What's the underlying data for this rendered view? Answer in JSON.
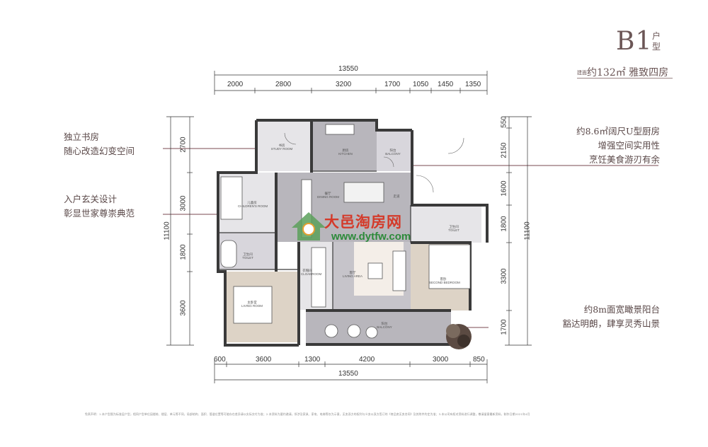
{
  "title": {
    "code": "B1",
    "suffix": "户型",
    "subtitle_prefix": "建面",
    "subtitle": "约132㎡ 雅致四房"
  },
  "callouts": {
    "study": [
      "独立书房",
      "随心改造幻变空间"
    ],
    "entry": [
      "入户玄关设计",
      "彰显世家尊崇典范"
    ],
    "kitchen": [
      "约8.6㎡阔尺U型厨房",
      "增强空间实用性",
      "烹饪美食游刃有余"
    ],
    "balcony": [
      "约8m面宽瞰景阳台",
      "豁达明朗，肆享灵秀山景"
    ]
  },
  "dimensions": {
    "top_total": "13550",
    "top_segments": [
      "2000",
      "2800",
      "3200",
      "1700",
      "1050",
      "1450",
      "1350"
    ],
    "bottom_total": "13550",
    "bottom_segments": [
      "600",
      "3600",
      "1300",
      "4200",
      "3000",
      "850"
    ],
    "left_total": "11100",
    "left_segments": [
      "2700",
      "3000",
      "1800",
      "3600"
    ],
    "right_total": "11100",
    "right_segments": [
      "550",
      "2150",
      "1600",
      "1800",
      "3300",
      "1700"
    ]
  },
  "rooms": {
    "study": [
      "书房",
      "STUDY ROOM"
    ],
    "kitchen": [
      "厨房",
      "KITCHEN"
    ],
    "balcony_small": [
      "阳台",
      "BALCONY"
    ],
    "dining": [
      "餐厅",
      "DINING ROOM"
    ],
    "hall": [
      "走道"
    ],
    "kids": [
      "儿童房",
      "CHILDREN'S ROOM"
    ],
    "toilet_left": [
      "卫生间",
      "TOILET"
    ],
    "master": [
      "主卧室",
      "LIVING ROOM"
    ],
    "cloak": [
      "衣帽间",
      "CLOAKROOM"
    ],
    "living": [
      "客厅",
      "LIVING AREA"
    ],
    "toilet_right": [
      "卫生间",
      "TOILET"
    ],
    "second": [
      "客卧",
      "SECOND BEDROOM"
    ],
    "balcony_main": [
      "阳台",
      "BALCONY"
    ]
  },
  "watermark": {
    "name": "大邑淘房网",
    "url": "www.dytfw.com"
  },
  "disclaimer": "免责声明：1.本户型图为标准层户型，相同户型单位因楼栋、楼层、单元等不同，局部结构、面积、管道位置等可能存在差异请以实际交付为准；2.本资料为要约邀请，所涉及家具、家电、电梯等仅为示意，买卖双方的权利与义务以双方签订的《商品房买卖合同》及其附件约定为准；3.本公司有权对资料进行调整，敬请留意最新资料，制作日期2021年4月",
  "colors": {
    "wall": "#3a3a3a",
    "floor_gray": "#b8b6bc",
    "floor_light": "#e6e5e8",
    "wood": "#ddd3c6",
    "accent_line": "#7a4a52"
  }
}
